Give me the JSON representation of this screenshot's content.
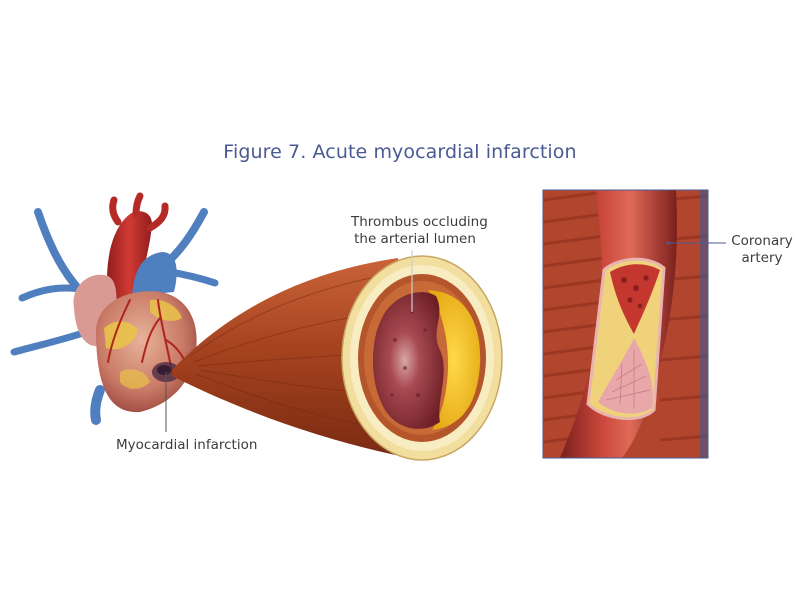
{
  "figure": {
    "title": "Figure 7. Acute myocardial infarction"
  },
  "labels": {
    "thrombus_line1": "Thrombus occluding",
    "thrombus_line2": "the arterial lumen",
    "infarction": "Myocardial infarction",
    "coronary_line1": "Coronary",
    "coronary_line2": "artery"
  },
  "colors": {
    "title": "#4a5a93",
    "label_text": "#3c3c3c",
    "artery_red": "#b8322a",
    "muscle_brown": "#a24a26",
    "plaque_yellow": "#f0c420",
    "thrombus_maroon": "#8c2a30",
    "vein_blue": "#4f7fbf",
    "panel_border": "#4a5a93"
  }
}
